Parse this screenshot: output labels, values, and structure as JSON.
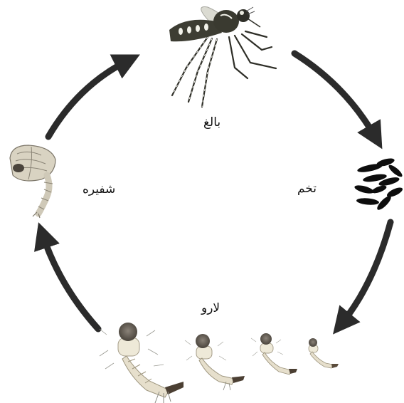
{
  "stages": {
    "adult": {
      "label": "بالغ",
      "icon": "mosquito-icon"
    },
    "egg": {
      "label": "تخم",
      "icon": "eggs-icon"
    },
    "larva": {
      "label": "لارو",
      "icon": "larva-icon"
    },
    "pupa": {
      "label": "شفیره",
      "icon": "pupa-icon"
    }
  },
  "cycle_order": [
    "adult",
    "egg",
    "larva",
    "pupa"
  ],
  "colors": {
    "arrow": "#2b2b2b",
    "egg": "#0d0d0d",
    "mosquito": "#3d3d33",
    "larva_body": "#e9e2cf",
    "pupa_body": "#d9d3c2"
  }
}
